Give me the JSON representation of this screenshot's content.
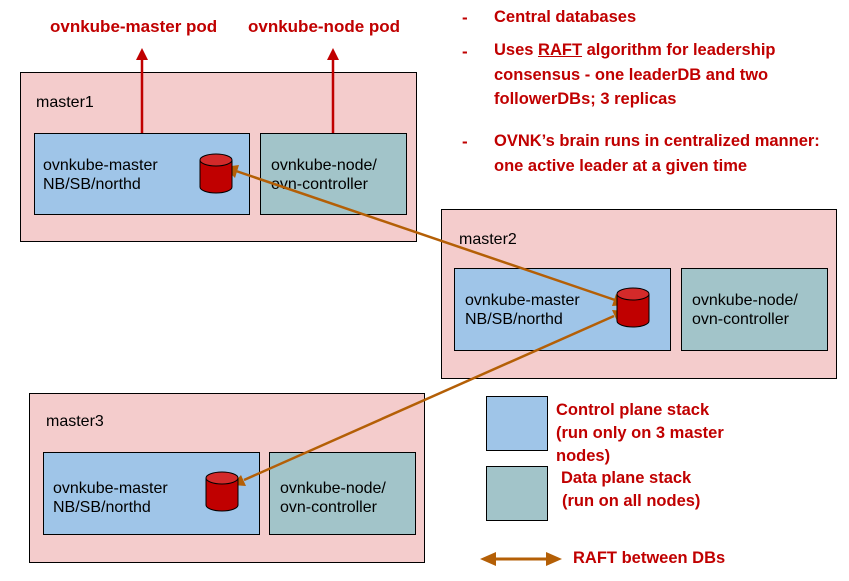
{
  "pod_labels": {
    "master_pod": "ovnkube-master pod",
    "node_pod": "ovnkube-node pod"
  },
  "bullets": [
    {
      "dash": "-",
      "text": "Central databases"
    },
    {
      "dash": "-",
      "pre": "Uses ",
      "underlined": "RAFT",
      "post": " algorithm for leadership consensus - one leaderDB and two followerDBs; 3 replicas"
    },
    {
      "dash": "-",
      "text": "OVNK’s brain runs in centralized manner: one active leader at a given time"
    }
  ],
  "masters": [
    {
      "label": "master1",
      "cp_line1": "ovnkube-master",
      "cp_line2": "NB/SB/northd",
      "dp_line1": "ovnkube-node/",
      "dp_line2": "ovn-controller"
    },
    {
      "label": "master2",
      "cp_line1": "ovnkube-master",
      "cp_line2": "NB/SB/northd",
      "dp_line1": "ovnkube-node/",
      "dp_line2": "ovn-controller"
    },
    {
      "label": "master3",
      "cp_line1": "ovnkube-master",
      "cp_line2": "NB/SB/northd",
      "dp_line1": "ovnkube-node/",
      "dp_line2": "ovn-controller"
    }
  ],
  "legend": {
    "control_plane": {
      "line1": "Control plane stack",
      "line2": "(run only on 3 master",
      "line3": "nodes)"
    },
    "data_plane": {
      "line1": "Data plane stack",
      "line2": "(run on all nodes)"
    },
    "raft": "RAFT between DBs"
  },
  "colors": {
    "accent_red": "#c00000",
    "master_fill": "#f4cccc",
    "control_plane_fill": "#9fc5e8",
    "data_plane_fill": "#a2c4c9",
    "raft_arrow": "#b45f06",
    "db_cylinder": "#c00000"
  }
}
